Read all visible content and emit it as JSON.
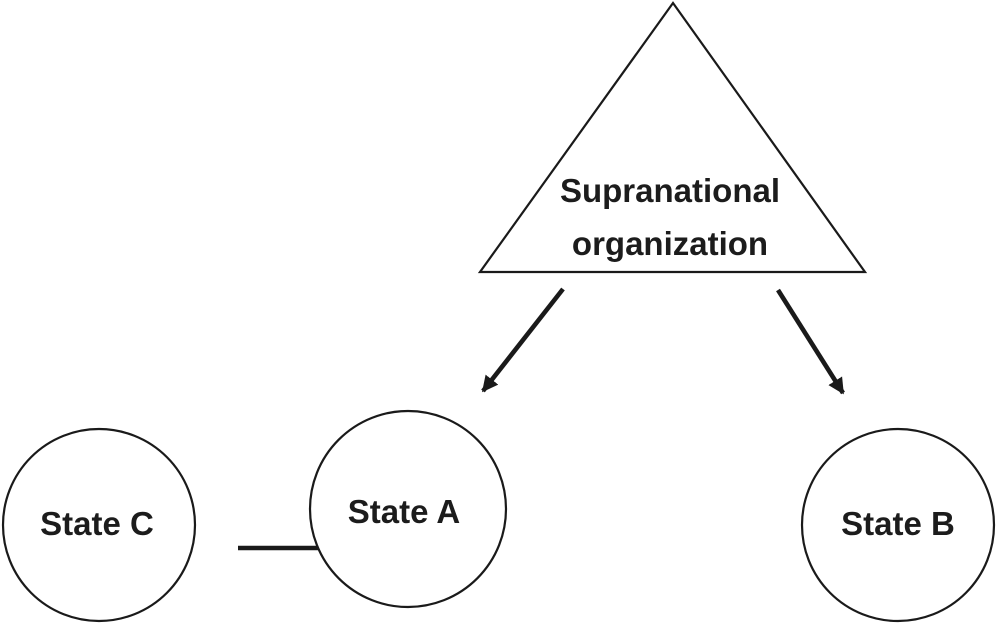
{
  "colors": {
    "background": "#ffffff",
    "line": "#1a1a1a",
    "text": "#1c1c1c"
  },
  "nodes": {
    "supranational_org": {
      "shape": "triangle",
      "line1": "Supranational",
      "line2": "organization"
    },
    "state_a": {
      "shape": "circle",
      "label": "State A"
    },
    "state_b": {
      "shape": "circle",
      "label": "State B"
    },
    "state_c": {
      "shape": "circle",
      "label": "State C"
    }
  },
  "edges": [
    {
      "from": "supranational_org",
      "to": "state_a",
      "style": "bold-arrow"
    },
    {
      "from": "supranational_org",
      "to": "state_b",
      "style": "bold-arrow"
    },
    {
      "from": "state_c",
      "to": "state_a",
      "style": "bold-arrow"
    }
  ]
}
